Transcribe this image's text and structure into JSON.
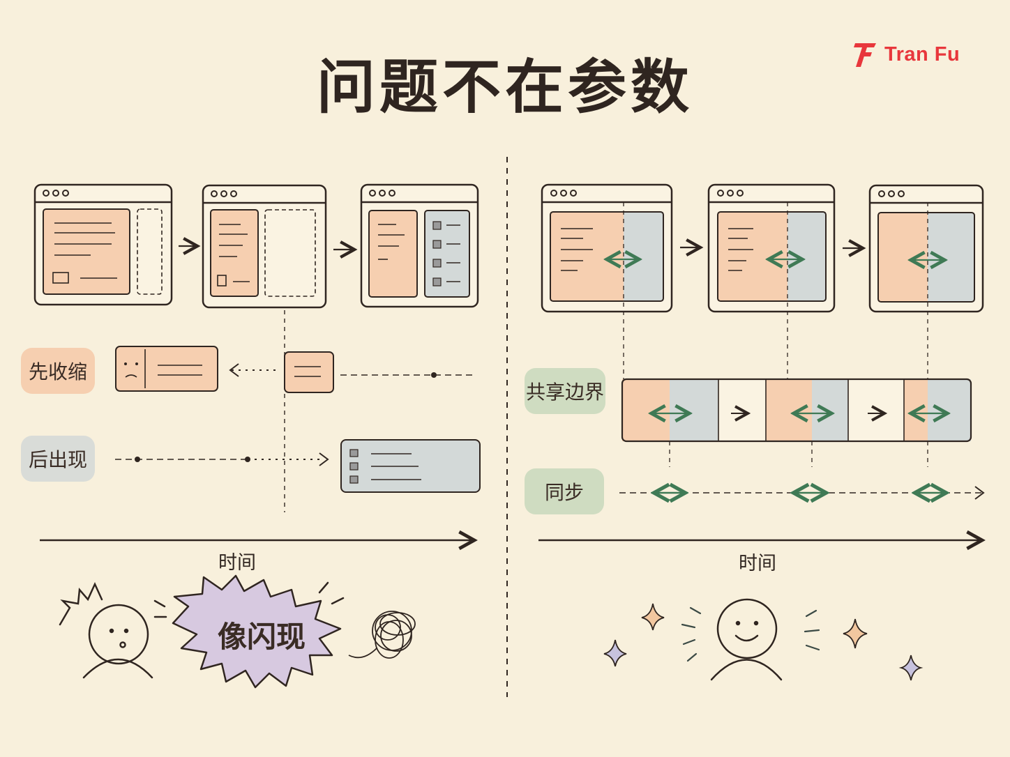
{
  "title": "问题不在参数",
  "brand": {
    "name": "Tran Fu",
    "color": "#e8373c",
    "icon": "tf-logo-icon"
  },
  "left_panel": {
    "row_labels": [
      "先收缩",
      "后出现"
    ],
    "axis_label": "时间",
    "exclaim": "像闪现"
  },
  "right_panel": {
    "row_labels": [
      "共享边界",
      "同步"
    ],
    "axis_label": "时间"
  },
  "colors": {
    "background": "#f8f0dc",
    "orange_panel": "#f6cfb0",
    "blue_panel": "#d3d9d8",
    "green_arrow": "#3f7a55",
    "burst_fill": "#d7c9e0",
    "ink": "#2f2520"
  }
}
